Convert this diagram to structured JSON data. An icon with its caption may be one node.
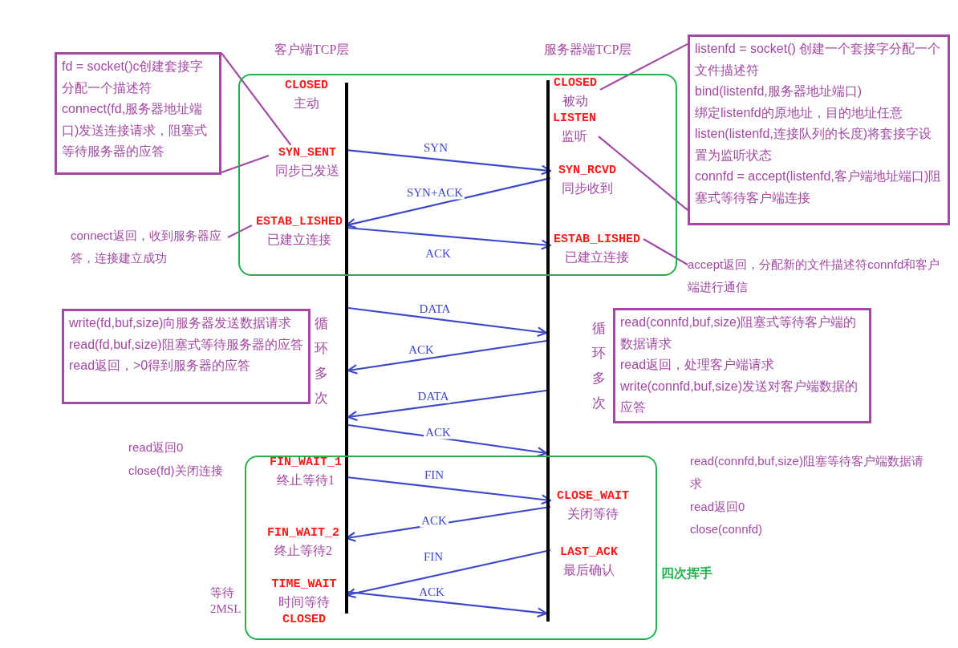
{
  "diagram": {
    "nodes": [
      {
        "text": [],
        "shape": "bar",
        "beside": [
          "客户端TCP层"
        ]
      },
      {
        "text": [],
        "shape": "bar",
        "beside": [
          "服务器端TCP层"
        ]
      },
      {
        "text": [
          "fd = socket()c创建套接字分配一个描述符",
          "connect(fd,服务器地址端口)发送连接请求，阻塞式等待服务器的应答"
        ]
      },
      {
        "text": [
          "listenfd = socket() 创建一个套接字分配一个文件描述符",
          "bind(listenfd,服务器地址端口)",
          "绑定listenfd的原地址，目的地址任意",
          "listen(listenfd,连接队列的长度)将套接字设置为监听状态",
          "connfd = accept(listenfd,客户端地址端口)阻塞式等待客户端连接"
        ]
      },
      {
        "text": [],
        "shape": "box"
      },
      {
        "text": [
          "CLOSED",
          "主动"
        ],
        "in": 4
      },
      {
        "text": [
          "SYN_SENT",
          "同步已发送"
        ],
        "in": 4
      },
      {
        "text": [
          "ESTAB_LISHED",
          "已建立连接"
        ],
        "in": 4
      },
      {
        "text": [
          "CLOSED",
          "被动"
        ],
        "in": 4
      },
      {
        "text": [
          "LISTEN",
          "监听"
        ],
        "in": 4
      },
      {
        "text": [
          "SYN_RCVD",
          "同步收到"
        ],
        "in": 4
      },
      {
        "text": [
          "ESTAB_LISHED",
          "已建立连接"
        ],
        "in": 4
      },
      {
        "text": [
          "connect返回，收到服务器应答，连接建立成功"
        ]
      },
      {
        "text": [
          "accept返回，分配新的文件描述符connfd和客户端进行通信"
        ]
      },
      {
        "text": [
          "write(fd,buf,size)向服务器发送数据请求",
          "read(fd,buf,size)阻塞式等待服务器的应答",
          "read返回，>0得到服务器的应答"
        ],
        "beside": [
          "循环多次"
        ]
      },
      {
        "text": [
          "read(connfd,buf,size)阻塞式等待客户端的数据请求",
          "read返回，处理客户端请求",
          "write(connfd,buf,size)发送对客户端数据的应答"
        ],
        "beside": [
          "循环多次"
        ]
      },
      {
        "text": [],
        "shape": "box",
        "beside": [
          "四次挥手"
        ]
      },
      {
        "text": [
          "FIN_WAIT_1",
          "终止等待1"
        ],
        "in": 16
      },
      {
        "text": [
          "FIN_WAIT_2",
          "终止等待2"
        ],
        "in": 16
      },
      {
        "text": [
          "TIME_WAIT",
          "时间等待",
          "CLOSED"
        ],
        "in": 16
      },
      {
        "text": [
          "CLOSE_WAIT",
          "关闭等待"
        ],
        "in": 16
      },
      {
        "text": [
          "LAST_ACK",
          "最后确认"
        ],
        "in": 16
      }
    ],
    "edges": [
      {
        "from": 2,
        "to": 6,
        "arrow": "none",
        "color": "#a349a4"
      },
      {
        "from": 2,
        "to": 6,
        "arrow": "none",
        "color": "#a349a4"
      },
      {
        "from": 6,
        "to": 10,
        "arrow": "to",
        "label": "SYN"
      },
      {
        "from": 10,
        "to": 7,
        "arrow": "to",
        "label": "SYN+ACK"
      },
      {
        "from": 7,
        "to": 11,
        "arrow": "to",
        "label": "ACK"
      },
      {
        "from": 0,
        "to": 1,
        "arrow": "to",
        "label": "DATA"
      },
      {
        "from": 1,
        "to": 0,
        "arrow": "to",
        "label": "ACK"
      },
      {
        "from": 1,
        "to": 0,
        "arrow": "to",
        "label": "DATA"
      },
      {
        "from": 0,
        "to": 1,
        "arrow": "to",
        "label": "ACK"
      },
      {
        "from": 17,
        "to": 20,
        "arrow": "to",
        "label": "FIN"
      },
      {
        "from": 20,
        "to": 18,
        "arrow": "to",
        "label": "ACK"
      },
      {
        "from": 21,
        "to": 19,
        "arrow": "to",
        "label": "FIN"
      },
      {
        "from": 19,
        "to": 1,
        "arrow": "to",
        "label": "ACK"
      },
      {
        "from": 12,
        "to": 7,
        "arrow": "none",
        "color": "#a349a4"
      },
      {
        "from": 3,
        "to": 8,
        "arrow": "none",
        "color": "#a349a4"
      },
      {
        "from": 3,
        "to": 9,
        "arrow": "none",
        "color": "#a349a4"
      },
      {
        "from": 13,
        "to": 11,
        "arrow": "none",
        "color": "#a349a4"
      }
    ],
    "labels": [
      "read返回0",
      "close(fd)关闭连接",
      "read(connfd,buf,size)阻塞等待客户端数据请求",
      "read返回0",
      "close(connfd)",
      "等待2MSL"
    ]
  }
}
